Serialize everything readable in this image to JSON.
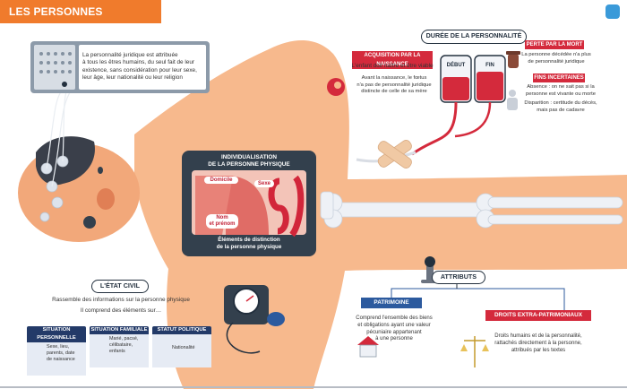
{
  "title": "LES PERSONNES PHYSIQUES",
  "monitor_text": [
    "La personnalité juridique est attribuée",
    "à tous les êtres humains, du seul fait de leur",
    "existence, sans considération pour leur sexe,",
    "leur âge, leur nationalité ou leur religion"
  ],
  "duree": {
    "title": "DURÉE DE LA PERSONNALITÉ",
    "acquisition_tag": "ACQUISITION PAR LA NAISSANCE",
    "acquisition_text": "L'enfant doit naître et être viable",
    "fetus_text": [
      "Avant la naissance, le fœtus",
      "n'a pas de personnalité juridique",
      "distincte de celle de sa mère"
    ],
    "debut": "DÉBUT",
    "fin": "FIN",
    "perte_tag": "PERTE PAR LA MORT",
    "perte_text": [
      "La personne décédée n'a plus",
      "de personnalité juridique"
    ],
    "fins_tag": "FINS INCERTAINES",
    "absence_text": [
      "Absence : on ne sait pas si la",
      "personne est vivante ou morte"
    ],
    "disparition_text": [
      "Disparition : certitude du décès,",
      "mais pas de cadavre"
    ]
  },
  "individualisation": {
    "title": [
      "INDIVIDUALISATION",
      "DE LA PERSONNE PHYSIQUE"
    ],
    "domicile": "Domicile",
    "sexe": "Sexe",
    "nom": [
      "Nom",
      "et prénom"
    ],
    "footer": [
      "Éléments de distinction",
      "de la personne physique"
    ]
  },
  "etat_civil": {
    "title": "L'ÉTAT CIVIL",
    "text1": "Rassemble des informations sur la personne physique",
    "text2": "Il comprend des éléments sur…",
    "cards": [
      {
        "tag": "SITUATION PERSONNELLE",
        "text": [
          "Sexe, lieu,",
          "parents, date",
          "de naissance"
        ]
      },
      {
        "tag": "SITUATION FAMILIALE",
        "text": [
          "Marié, pacsé,",
          "célibataire,",
          "enfants"
        ]
      },
      {
        "tag": "STATUT POLITIQUE",
        "text": [
          "Nationalité"
        ]
      }
    ]
  },
  "attributs": {
    "title": "ATTRIBUTS",
    "patrimoine_tag": "PATRIMOINE",
    "patrimoine_text": [
      "Comprend l'ensemble des biens",
      "et obligations ayant une valeur",
      "pécuniaire appartenant",
      "à une personne"
    ],
    "droits_tag": "DROITS EXTRA-PATRIMONIAUX",
    "droits_text": [
      "Droits humains et de la personnalité,",
      "rattachés directement à la personne,",
      "attribués par les textes"
    ]
  },
  "colors": {
    "orange": "#f07b2c",
    "skin": "#f7b98d",
    "red": "#d42a3c",
    "navy": "#23303e",
    "blue": "#2c5a9e"
  }
}
